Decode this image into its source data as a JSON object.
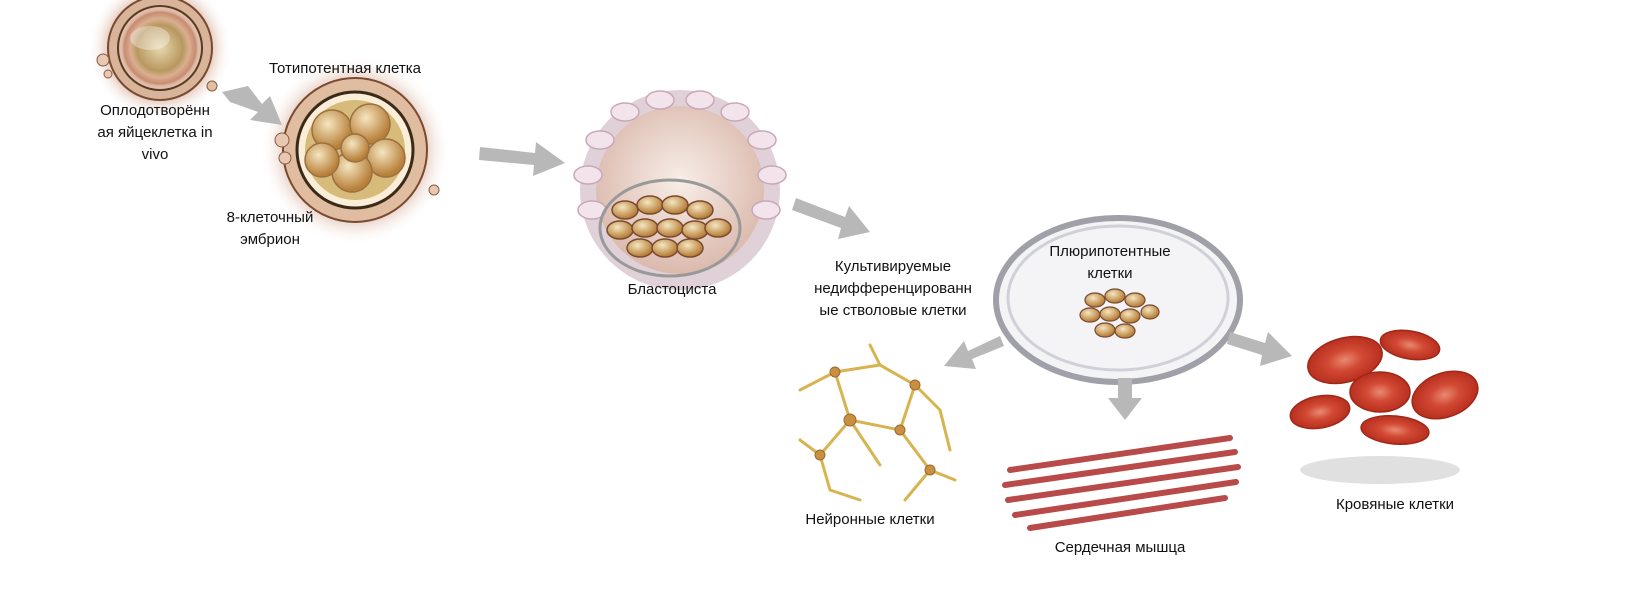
{
  "labels": {
    "fertilized_egg": [
      "Оплодотворённ",
      "ая яйцеклетка in",
      "vivo"
    ],
    "totipotent": "Тотипотентная клетка",
    "eight_cell": [
      "8-клеточный",
      "эмбрион"
    ],
    "blastocyst": "Бластоциста",
    "cultured": [
      "Культивируемые",
      "недифференцированн",
      "ые стволовые клетки"
    ],
    "pluripotent": [
      "Плюрипотентные",
      "клетки"
    ],
    "neurons": "Нейронные клетки",
    "heart_muscle": "Сердечная мышца",
    "blood": "Кровяные клетки"
  },
  "colors": {
    "arrow": "#b8b8b8",
    "tissue": "#d9a080",
    "blood": "#d2432e",
    "muscle": "#b84a4a",
    "neuron": "#e0c060"
  }
}
